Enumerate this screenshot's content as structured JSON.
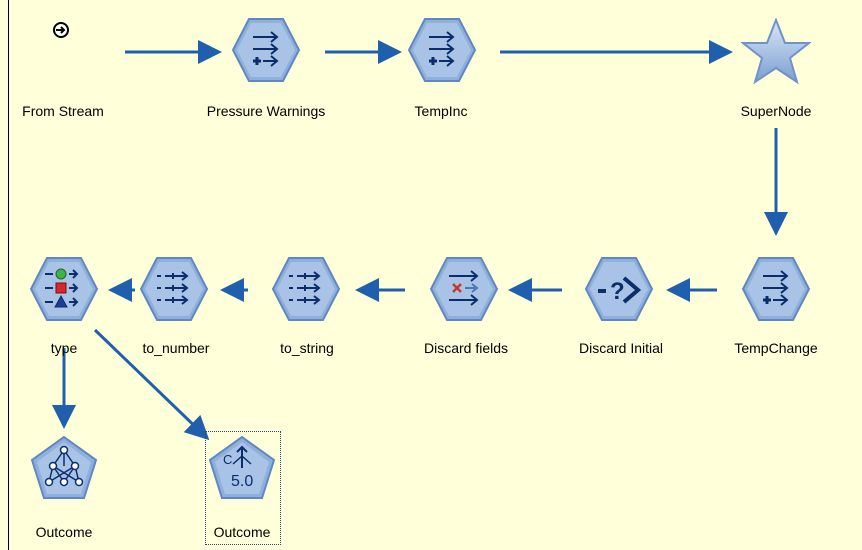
{
  "nodes": {
    "from_stream": {
      "label": "From Stream"
    },
    "pressure_warnings": {
      "label": "Pressure Warnings"
    },
    "tempinc": {
      "label": "TempInc"
    },
    "supernode": {
      "label": "SuperNode"
    },
    "tempchange": {
      "label": "TempChange"
    },
    "discard_initial": {
      "label": "Discard Initial"
    },
    "discard_fields": {
      "label": "Discard fields"
    },
    "to_string": {
      "label": "to_string"
    },
    "to_number": {
      "label": "to_number"
    },
    "type": {
      "label": "type"
    },
    "outcome_neural": {
      "label": "Outcome"
    },
    "outcome_c50": {
      "label": "Outcome"
    }
  },
  "icons": {
    "c50_text": "5.0",
    "c50_letter": "C"
  },
  "colors": {
    "canvas_background": "#ffffd9",
    "link_arrow": "#1f5fae",
    "node_fill": "#8fb0dc",
    "node_dark": "#3a6fb0"
  }
}
